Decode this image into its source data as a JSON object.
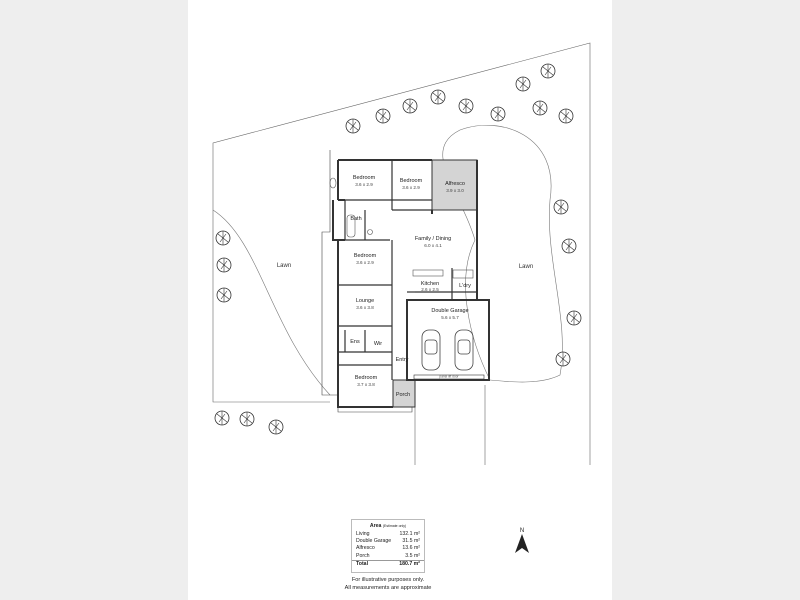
{
  "rooms": {
    "bedroom1": {
      "name": "Bedroom",
      "dims": "3.6 x 2.9"
    },
    "bedroom2": {
      "name": "Bedroom",
      "dims": "3.6 x 2.9"
    },
    "alfresco": {
      "name": "Alfresco",
      "dims": "3.9 x 3.0"
    },
    "bath": {
      "name": "Bath"
    },
    "family": {
      "name": "Family / Dining",
      "dims": "6.0 x 4.1"
    },
    "bedroom3": {
      "name": "Bedroom",
      "dims": "3.6 x 2.9"
    },
    "kitchen": {
      "name": "Kitchen",
      "dims": "2.6 x 2.5"
    },
    "ldry": {
      "name": "L'dry"
    },
    "garage": {
      "name": "Double Garage",
      "dims": "5.6 x 5.7"
    },
    "lounge": {
      "name": "Lounge",
      "dims": "3.6 x 3.8"
    },
    "ens": {
      "name": "Ens"
    },
    "wir": {
      "name": "Wir"
    },
    "entry": {
      "name": "Entry"
    },
    "bedroom4": {
      "name": "Bedroom",
      "dims": "3.7 x 3.8"
    },
    "porch": {
      "name": "Porch"
    }
  },
  "lawn_left": "Lawn",
  "lawn_right": "Lawn",
  "garage_door_label": "panel lift door",
  "area": {
    "title": "Area",
    "title_note": "(Estimate only)",
    "rows": [
      {
        "label": "Living",
        "value": "132.1 m²"
      },
      {
        "label": "Double Garage",
        "value": "31.5 m²"
      },
      {
        "label": "Alfresco",
        "value": "13.6 m²"
      },
      {
        "label": "Porch",
        "value": "3.5 m²"
      }
    ],
    "total_label": "Total",
    "total_value": "180.7 m²"
  },
  "disclaimer_line1": "For illustrative purposes only.",
  "disclaimer_line2": "All measurements are approximate",
  "compass_label": "N",
  "colors": {
    "band": "#eeeeee",
    "wall": "#333333",
    "alfresco_fill": "#d4d4d4",
    "porch_fill": "#d4d4d4"
  }
}
